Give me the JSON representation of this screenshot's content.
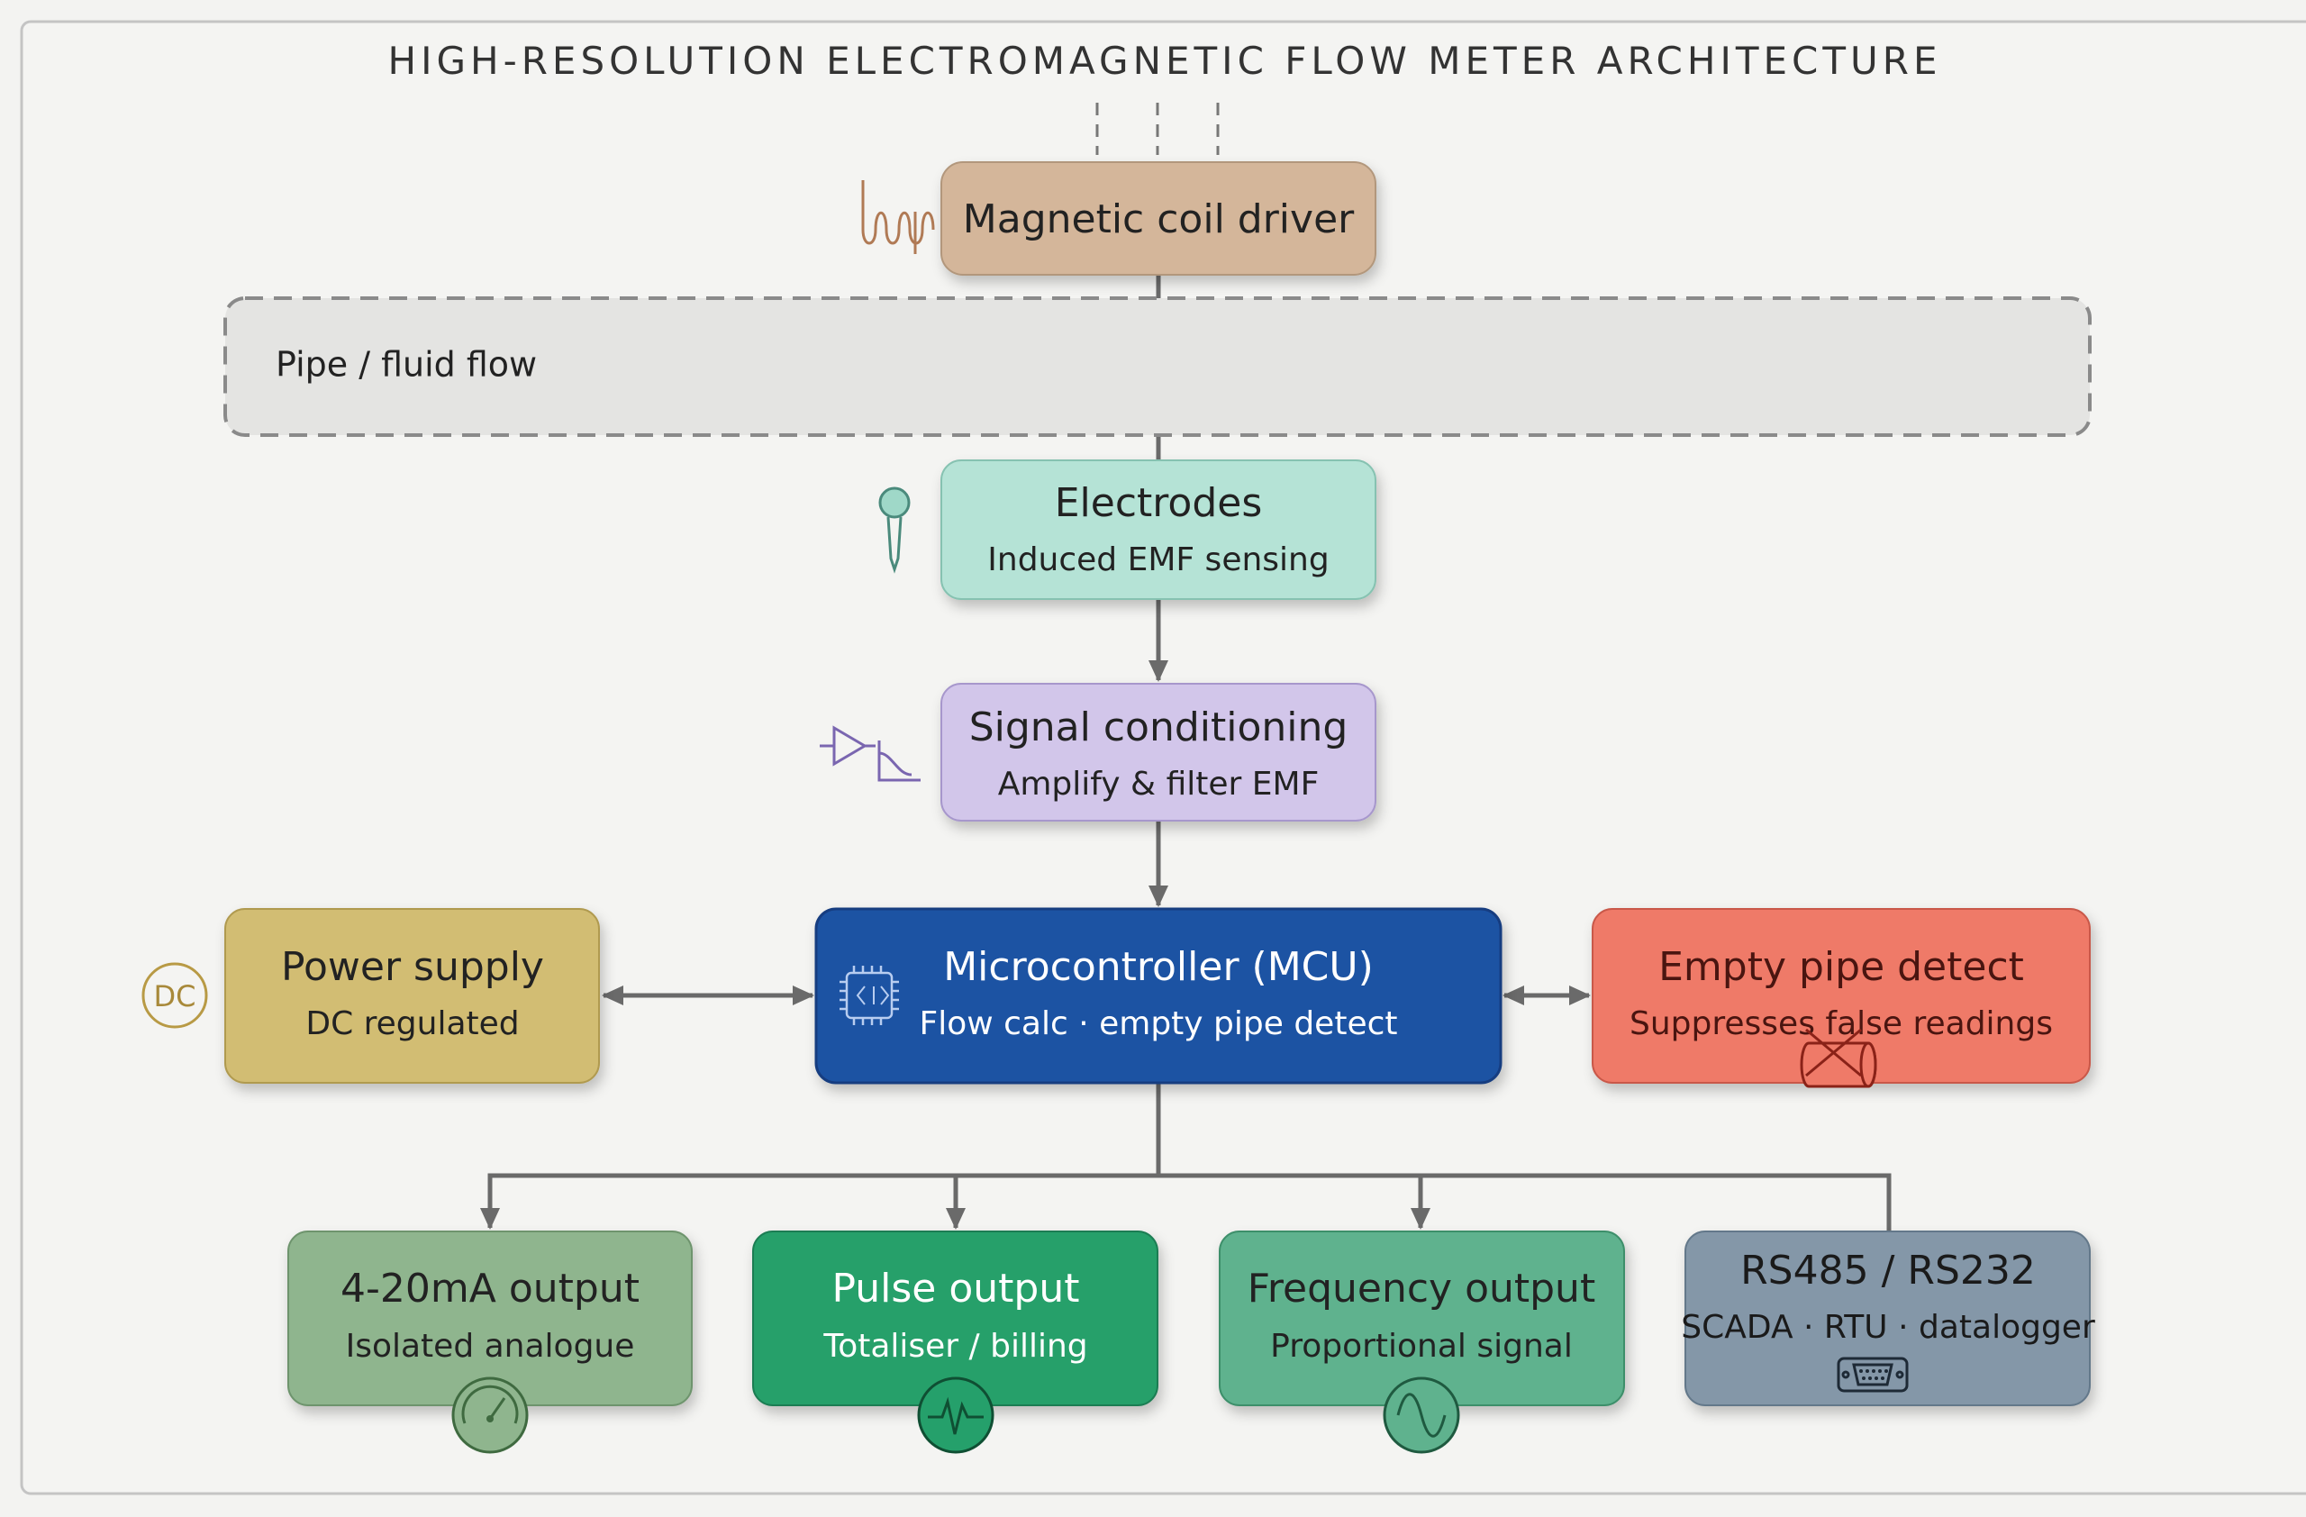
{
  "title": "HIGH-RESOLUTION ELECTROMAGNETIC FLOW METER ARCHITECTURE",
  "nodes": {
    "coil": {
      "title": "Magnetic coil driver",
      "icon": "coil-icon",
      "color": "#d4b69a"
    },
    "pipe": {
      "title": "Pipe / fluid flow",
      "color": "#e4e4e2"
    },
    "electrodes": {
      "title": "Electrodes",
      "subtitle": "Induced EMF sensing",
      "icon": "electrode-probe-icon",
      "color": "#b5e3d6"
    },
    "signal": {
      "title": "Signal conditioning",
      "subtitle": "Amplify & filter EMF",
      "icon": "amplifier-filter-icon",
      "color": "#d2c6ea"
    },
    "mcu": {
      "title": "Microcontroller (MCU)",
      "subtitle": "Flow calc · empty pipe detect",
      "icon": "chip-icon",
      "color": "#1f52a3"
    },
    "power": {
      "title": "Power supply",
      "subtitle": "DC regulated",
      "icon": "dc-icon",
      "icon_text": "DC",
      "color": "#d2bd73"
    },
    "empty_pipe": {
      "title": "Empty pipe detect",
      "subtitle": "Suppresses false readings",
      "icon": "empty-pipe-icon",
      "color": "#ef7a68"
    },
    "outputs": [
      {
        "title": "4-20mA output",
        "subtitle": "Isolated analogue",
        "icon": "gauge-icon",
        "color": "#8fb58e"
      },
      {
        "title": "Pulse output",
        "subtitle": "Totaliser / billing",
        "icon": "pulse-icon",
        "color": "#25a06b"
      },
      {
        "title": "Frequency output",
        "subtitle": "Proportional signal",
        "icon": "sine-wave-icon",
        "color": "#5fb28e"
      },
      {
        "title": "RS485 / RS232",
        "subtitle": "SCADA · RTU · datalogger",
        "icon": "serial-port-icon",
        "color": "#8497a8"
      }
    ]
  }
}
